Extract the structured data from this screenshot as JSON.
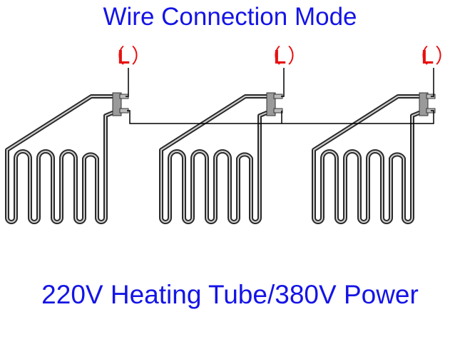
{
  "title": "Wire Connection Mode",
  "caption": "220V Heating Tube/380V Power",
  "terminal_label": "L",
  "terminal_label_open": "（",
  "terminal_label_close": "）",
  "elements": [
    {
      "label": "L"
    },
    {
      "label": "L"
    },
    {
      "label": "L"
    }
  ],
  "colors": {
    "text": "#1414e6",
    "label": "#e81010",
    "wire": "#000000",
    "tube": "#555555"
  }
}
